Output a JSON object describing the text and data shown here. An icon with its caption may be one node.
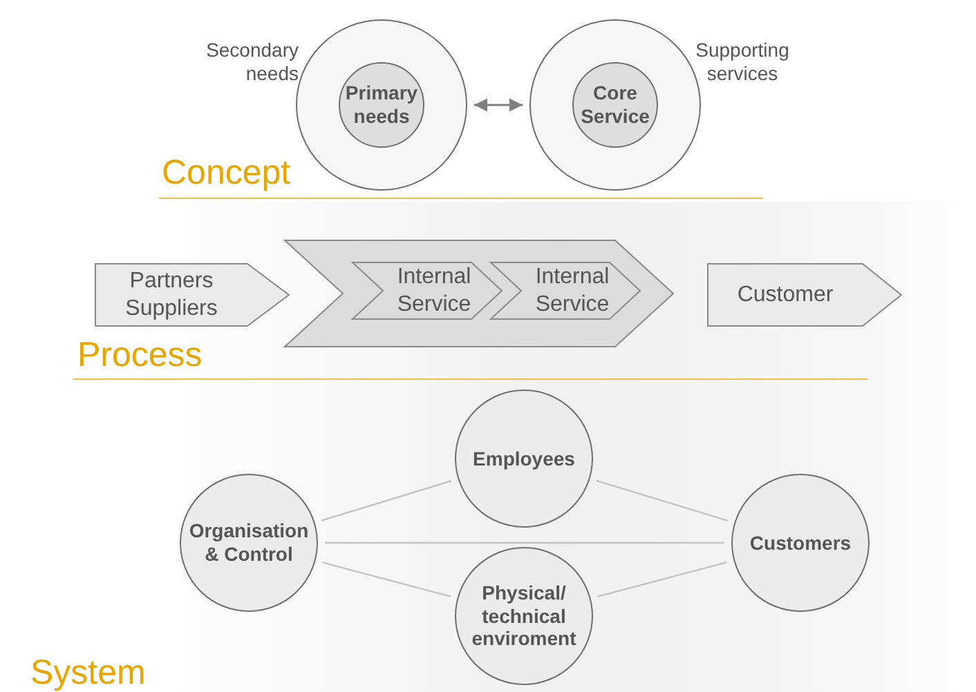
{
  "diagram": {
    "nodes": [
      {
        "text": [
          "Secondary needs"
        ]
      },
      {
        "text": [
          "Primary needs"
        ],
        "in": 0
      },
      {
        "text": [
          "Supporting services"
        ]
      },
      {
        "text": [
          "Core Service"
        ],
        "in": 2
      },
      {
        "text": [
          "Partners Suppliers"
        ]
      },
      {
        "text": [],
        "shape": "chevron"
      },
      {
        "text": [
          "Internal Service"
        ],
        "in": 5
      },
      {
        "text": [
          "Internal Service"
        ],
        "in": 5
      },
      {
        "text": [
          "Customer"
        ]
      },
      {
        "text": [
          "Employees"
        ]
      },
      {
        "text": [
          "Organisation & Control"
        ]
      },
      {
        "text": [
          "Customers"
        ]
      },
      {
        "text": [
          "Physical/ technical enviroment"
        ]
      }
    ],
    "edges": [
      {
        "from": 0,
        "to": 2,
        "arrow": "both",
        "color": "#7f7f7f"
      },
      {
        "from": 10,
        "to": 9,
        "arrow": "none"
      },
      {
        "from": 9,
        "to": 11,
        "arrow": "none"
      },
      {
        "from": 10,
        "to": 11,
        "arrow": "none"
      },
      {
        "from": 10,
        "to": 12,
        "arrow": "none"
      },
      {
        "from": 12,
        "to": 11,
        "arrow": "none"
      }
    ],
    "labels": [
      "Concept",
      "Process",
      "System"
    ]
  }
}
